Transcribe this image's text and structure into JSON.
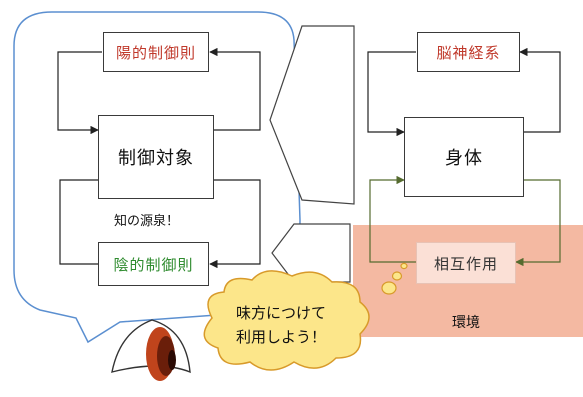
{
  "colors": {
    "bubble_stroke": "#5b8fd0",
    "red_text": "#c0392b",
    "green_text": "#2e8b2e",
    "environment_fill": "#f4b9a2",
    "interaction_box_fill": "#fbe0d6",
    "cloud_fill": "#fce68a",
    "cloud_stroke": "#d89a2a",
    "eye_iris": "#c0441c"
  },
  "left": {
    "explicit_control": "陽的制御則",
    "controlled_object": "制御対象",
    "implicit_control": "陰的制御則",
    "knowledge_source": "知の源泉！"
  },
  "right": {
    "brain_nerve": "脳神経系",
    "body": "身体",
    "interaction": "相互作用",
    "environment": "環境"
  },
  "cloud": {
    "line1": "味方につけて",
    "line2": "利用しよう！"
  }
}
